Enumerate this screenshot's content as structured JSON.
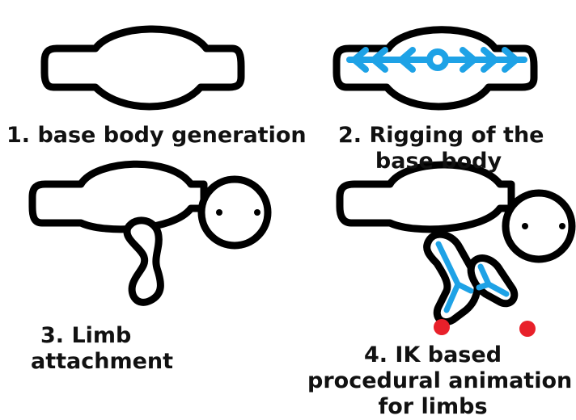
{
  "steps": [
    {
      "step": 1,
      "lines": [
        "1. base body generation"
      ]
    },
    {
      "step": 2,
      "lines": [
        "2. Rigging of the",
        "base body"
      ]
    },
    {
      "step": 3,
      "lines": [
        "3. Limb",
        "attachment"
      ]
    },
    {
      "step": 4,
      "lines": [
        "4. IK based",
        "procedural animation",
        "for limbs"
      ]
    }
  ],
  "colors": {
    "outline": "#000000",
    "rig": "#1ea2e6",
    "ik_target": "#e8202a",
    "background": "#ffffff"
  }
}
